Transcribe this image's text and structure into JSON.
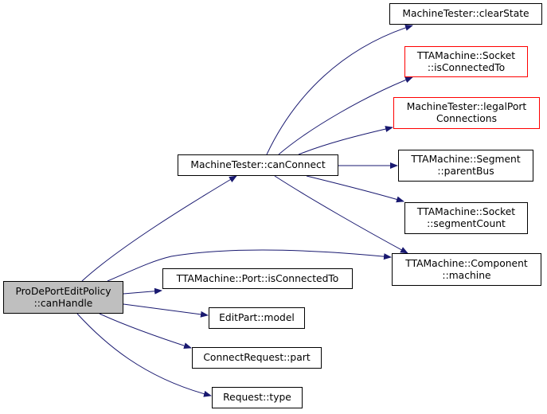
{
  "colors": {
    "edge": "#191970",
    "root_fill": "#bfbfbf",
    "node_border": "#000000",
    "missing_border": "#ff0000"
  },
  "nodes": {
    "root": {
      "line1": "ProDePortEditPolicy",
      "line2": "::canHandle"
    },
    "can_connect": {
      "line1": "MachineTester::canConnect"
    },
    "clear_state": {
      "line1": "MachineTester::clearState"
    },
    "socket_is_connected_to": {
      "line1": "TTAMachine::Socket",
      "line2": "::isConnectedTo"
    },
    "legal_port_connections": {
      "line1": "MachineTester::legalPort",
      "line2": "Connections"
    },
    "segment_parent_bus": {
      "line1": "TTAMachine::Segment",
      "line2": "::parentBus"
    },
    "socket_segment_count": {
      "line1": "TTAMachine::Socket",
      "line2": "::segmentCount"
    },
    "component_machine": {
      "line1": "TTAMachine::Component",
      "line2": "::machine"
    },
    "port_is_connected_to": {
      "line1": "TTAMachine::Port::isConnectedTo"
    },
    "edit_part_model": {
      "line1": "EditPart::model"
    },
    "connect_request_part": {
      "line1": "ConnectRequest::part"
    },
    "request_type": {
      "line1": "Request::type"
    }
  }
}
